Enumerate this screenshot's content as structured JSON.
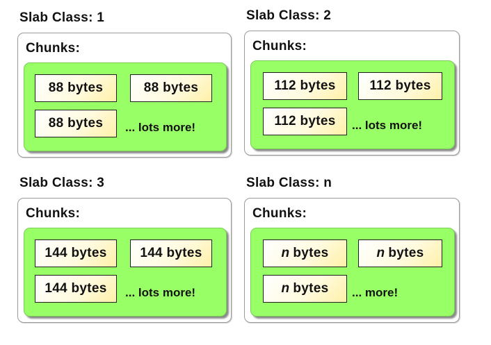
{
  "colors": {
    "chunk_area": "#99ff66",
    "chunk_fill_start": "#ffffff",
    "chunk_fill_end": "#fff0a8",
    "chunk_border": "#1e1e1e",
    "panel_border": "#9a9a9a"
  },
  "slabs": [
    {
      "title": "Slab Class: 1",
      "chunks_label": "Chunks:",
      "chunks": [
        "88 bytes",
        "88 bytes",
        "88 bytes"
      ],
      "more": "... lots more!"
    },
    {
      "title": "Slab Class: 2",
      "chunks_label": "Chunks:",
      "chunks": [
        "112 bytes",
        "112 bytes",
        "112 bytes"
      ],
      "more": "... lots more!"
    },
    {
      "title": "Slab Class: 3",
      "chunks_label": "Chunks:",
      "chunks": [
        "144 bytes",
        "144 bytes",
        "144 bytes"
      ],
      "more": "... lots more!"
    },
    {
      "title": "Slab Class: n",
      "chunks_label": "Chunks:",
      "chunk_var": "n",
      "chunk_unit": "bytes",
      "chunks": [
        "n bytes",
        "n bytes",
        "n bytes"
      ],
      "more": "... more!"
    }
  ]
}
